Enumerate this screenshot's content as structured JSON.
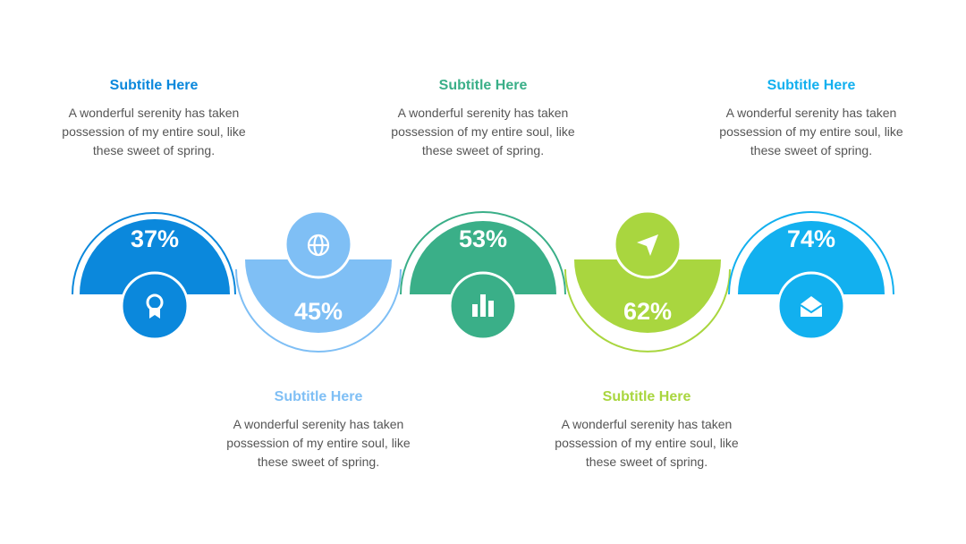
{
  "steps": [
    {
      "percent": "37%",
      "subtitle": "Subtitle Here",
      "text": "A wonderful serenity has taken possession of my entire soul, like these sweet of spring.",
      "color": "#0b88dc",
      "icon": "award-icon"
    },
    {
      "percent": "45%",
      "subtitle": "Subtitle Here",
      "text": "A wonderful serenity has taken possession of my entire soul, like these sweet of spring.",
      "color": "#7fbff5",
      "icon": "globe-icon"
    },
    {
      "percent": "53%",
      "subtitle": "Subtitle Here",
      "text": "A wonderful serenity has taken possession of my entire soul, like these sweet of spring.",
      "color": "#3aaf88",
      "icon": "bar-chart-icon"
    },
    {
      "percent": "62%",
      "subtitle": "Subtitle Here",
      "text": "A wonderful serenity has taken possession of my entire soul, like these sweet of spring.",
      "color": "#a9d63f",
      "icon": "paper-plane-icon"
    },
    {
      "percent": "74%",
      "subtitle": "Subtitle Here",
      "text": "A wonderful serenity has taken possession of my entire soul, like these sweet of spring.",
      "color": "#12b0ef",
      "icon": "envelope-icon"
    }
  ]
}
